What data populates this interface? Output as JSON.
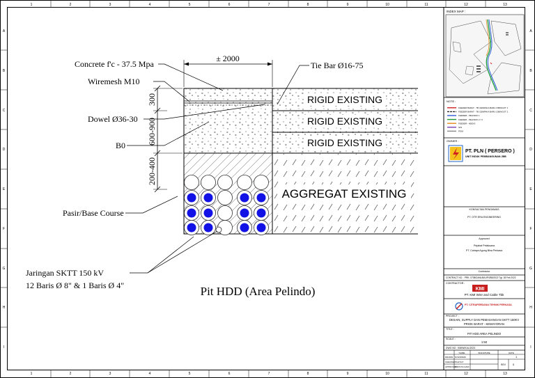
{
  "grid": {
    "columns": [
      "1",
      "2",
      "3",
      "4",
      "5",
      "6",
      "7",
      "8",
      "9",
      "10",
      "11",
      "12",
      "13"
    ],
    "rows": [
      "A",
      "B",
      "C",
      "D",
      "E",
      "F",
      "G",
      "H",
      "I"
    ]
  },
  "drawing": {
    "dimension_width": "± 2000",
    "dim_300": "300",
    "dim_600_900": "600-900",
    "dim_200_400": "200-400",
    "labels": {
      "concrete": "Concrete f'c - 37.5 Mpa",
      "wiremesh": "Wiremesh M10",
      "dowel": "Dowel Ø36-30",
      "b0": "B0",
      "tie_bar": "Tie Bar Ø16-75",
      "pasir": "Pasir/Base Course",
      "jaringan_1": "Jaringan SKTT 150 kV",
      "jaringan_2": "12 Baris Ø 8\" & 1 Baris Ø 4\""
    },
    "layers": [
      "RIGID EXISTING",
      "RIGID EXISTING",
      "RIGID EXISTING"
    ],
    "aggregate": "AGGREGAT EXISTING",
    "caption": "Pit HDD (Area Pelindo)"
  },
  "title_block": {
    "index_map": "INDEX MAP :",
    "note": "NOTE :",
    "legend": [
      {
        "label": "FEEDER BARAT - TB CEMPAKA BARU CIBINGOT 1",
        "color": "#d12020"
      },
      {
        "label": "FEEDER BARAT - TB CEMPAKA BARU CIBINGOT 2",
        "color": "#222222"
      },
      {
        "label": "FEEDER - PELINDO 1",
        "color": "#2a5bd7"
      },
      {
        "label": "FEEDER - PELINDO 2 / 3",
        "color": "#1a9b3a"
      },
      {
        "label": "FEEDER - HDD/G",
        "color": "#e58a1a"
      },
      {
        "label": "GIS",
        "color": "#7a3fb0"
      },
      {
        "label": "PGM",
        "color": "#888888"
      }
    ],
    "owner_label": "OWNER :",
    "pln_name": "PT. PLN ( PERSERO )",
    "pln_sub": "UNIT INDUK PEMBANGUNAN JBB",
    "consultant_label": "KONSULTAN PENGAWAS",
    "consultant_name": "PT. OTR ERA ENGINEERING",
    "approved_label": "Approved",
    "approved_name": "Pejabat Pelaksana",
    "approved_company": "PT. Cahaya Agung Bina Perkasa",
    "contractor_label": "Contractor",
    "contract_no": "CONTRACT NO. : PRK. 0708/DANLIB/UIP/JBB/2022 Tgl. 28 Feb 2022",
    "contractor_label2": "CONTRACTOR :",
    "kmi_name": "PT. KMI Wire and Cable Tbk",
    "cg_name": "PT. CITRAPERDANA TEHNIK PERKASA",
    "project_label": "PROJECT :",
    "project_line1": "DESAIN, SUPPLY DAN PEMASANGAN SKTT 150KV",
    "project_line2": "PRIOK BARAT - KEMAYORAN",
    "title_label": "TITLE :",
    "title_value": "PIT HDD AREA PELINDO",
    "scale_label": "SCALE :",
    "scale_value": "1:50",
    "dwg_label": "DWG NO : KMIW/KAL/2023",
    "sign_headers": [
      "NAME",
      "SIGNATURE",
      "DATE"
    ],
    "sign_rows": [
      {
        "role": "DRAWN",
        "name": "M.SOPARD"
      },
      {
        "role": "CHECKED",
        "name": "YAHYA P"
      },
      {
        "role": "APPROVED",
        "name": "WIDIYAS HADI"
      }
    ],
    "rev_label": "REV",
    "rev_value": "0",
    "sheet_value": "1"
  }
}
